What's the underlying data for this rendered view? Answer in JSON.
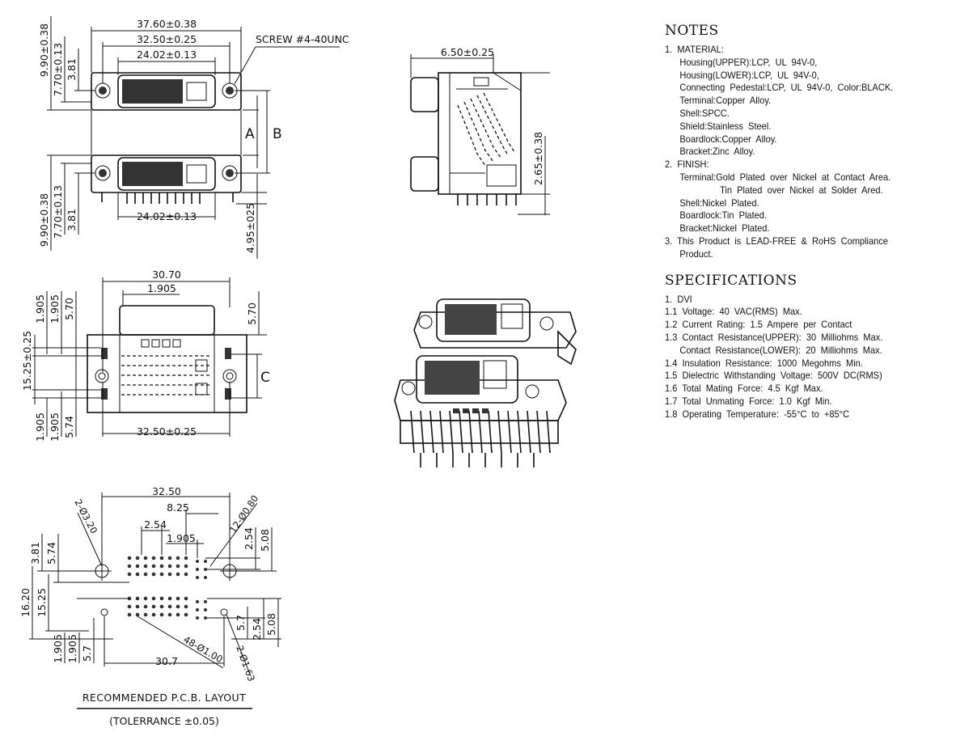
{
  "top_view": {
    "w_total": "37.60±0.38",
    "w_mid": "32.50±0.25",
    "w_inner": "24.02±0.13",
    "screw": "SCREW #4-40UNC",
    "left_v1": "9.90±0.38",
    "left_v2": "7.70±0.13",
    "left_v3": "3.81",
    "label_a": "A",
    "label_b": "B",
    "bottom_inner": "24.02±0.13",
    "bottom_v1": "9.90±0.38",
    "bottom_v2": "7.70±0.13",
    "bottom_v3": "3.81",
    "right_v": "4.95±025"
  },
  "side_view": {
    "w_top": "6.50±0.25",
    "height": "2.65±0.38"
  },
  "front_view": {
    "w_top": "30.70",
    "pitch": "1.905",
    "left_v1": "1.905",
    "left_v2": "1.905",
    "left_v3": "5.70",
    "right_v": "5.70",
    "left_h": "15.25±0.25",
    "label_c": "C",
    "left_b1": "1.905",
    "left_b2": "1.905",
    "left_b3": "5.74",
    "bottom_w": "32.50±0.25"
  },
  "pcb_layout": {
    "w_total": "32.50",
    "w_825": "8.25",
    "w_254": "2.54",
    "w_1905": "1.905",
    "holes_large": "2-Ø3.20",
    "holes_med": "12-Ø0.80",
    "v_381": "3.81",
    "v_574": "5.74",
    "v_1620": "16.20",
    "v_1525": "15.25",
    "r_254_top": "2.54",
    "r_508_top": "5.08",
    "r_57": "5.7",
    "r_254_bot": "2.54",
    "r_508_bot": "5.08",
    "holes_small": "48-Ø1.00",
    "holes_mid2": "2-Ø1.63",
    "b_1905a": "1.905",
    "b_1905b": "1.905",
    "b_57": "5.7",
    "b_307": "30.7",
    "caption": "RECOMMENDED  P.C.B.  LAYOUT",
    "tolerance": "(TOLERRANCE  ±0.05)"
  },
  "notes": {
    "title": "NOTES",
    "lines": [
      "1.  MATERIAL:",
      "Housing(UPPER):LCP,  UL  94V-0,",
      "Housing(LOWER):LCP,  UL  94V-0,",
      "Connecting  Pedestal:LCP,  UL  94V-0,  Color:BLACK.",
      "Terminal:Copper  Alloy.",
      "Shell:SPCC.",
      "Shield:Stainless  Steel.",
      "Boardlock:Copper  Alloy.",
      "Bracket:Zinc  Alloy.",
      "2.  FINISH:",
      "Terminal:Gold  Plated  over  Nickel  at  Contact  Area.",
      "Tin  Plated  over  Nickel  at  Solder  Ared.",
      "Shell:Nickel  Plated.",
      "Boardlock:Tin  Plated.",
      "Bracket:Nickel  Plated.",
      "3.  This  Product  is  LEAD-FREE  &  RoHS  Compliance",
      "Product."
    ]
  },
  "specs": {
    "title": "SPECIFICATIONS",
    "lines": [
      "1.  DVI",
      "1.1  Voltage:  40  VAC(RMS)  Max.",
      "1.2  Current  Rating:  1.5  Ampere  per  Contact",
      "1.3  Contact  Resistance(UPPER):  30  Milliohms  Max.",
      "Contact  Resistance(LOWER):  20  Milliohms  Max.",
      "1.4  Insulation  Resistance:  1000  Megohms  Min.",
      "1.5  Dielectric  Withstanding  Voltage:  500V  DC(RMS)",
      "1.6  Total  Mating  Force:  4.5  Kgf  Max.",
      "1.7  Total  Unmating  Force:  1.0  Kgf  Min.",
      "1.8  Operating  Temperature:  -55°C  to  +85°C"
    ]
  }
}
